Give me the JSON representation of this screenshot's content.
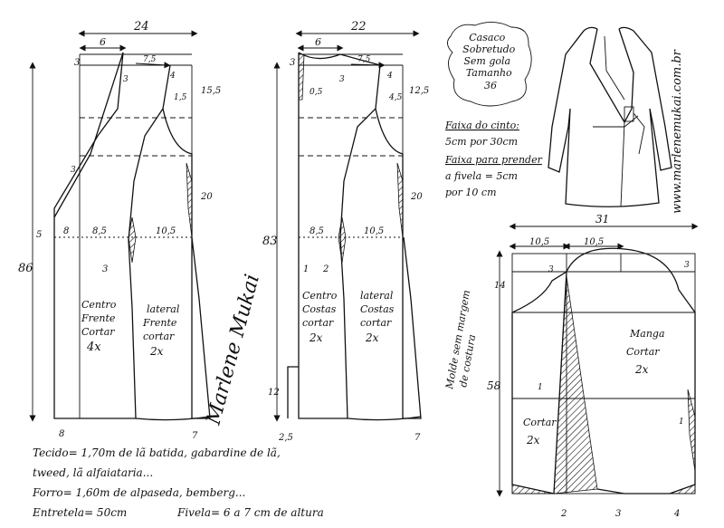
{
  "title": {
    "lines": [
      "Casaco",
      "Sobretudo",
      "Sem gola",
      "Tamanho",
      "36"
    ]
  },
  "website": "www.marlenemukai.com.br",
  "signature": "Marlene Mukai",
  "belt": {
    "line1": "Faixa do cinto:",
    "line2": "5cm por 30cm",
    "line3": "Faixa para prender",
    "line4": "a fivela = 5cm",
    "line5": "por 10 cm"
  },
  "front": {
    "label": [
      "Centro",
      "Frente",
      "Cortar",
      "4x"
    ],
    "side_label": [
      "lateral",
      "Frente",
      "cortar",
      "2x"
    ],
    "dims": {
      "width": "24",
      "neck": "6",
      "shoulder": "7,5",
      "s3": "3",
      "s3b": "3",
      "s4": "4",
      "s1_5": "1,5",
      "s15_5": "15,5",
      "s3c": "3",
      "s20": "20",
      "s5": "5",
      "s8": "8",
      "s8_5": "8,5",
      "s10_5": "10,5",
      "s3d": "3",
      "s86": "86",
      "s8b": "8",
      "s7": "7"
    }
  },
  "back": {
    "label": [
      "Centro",
      "Costas",
      "cortar",
      "2x"
    ],
    "side_label": [
      "lateral",
      "Costas",
      "cortar",
      "2x"
    ],
    "dims": {
      "width": "22",
      "neck": "6",
      "shoulder": "7,5",
      "s3": "3",
      "s0_5": "0,5",
      "s3b": "3",
      "s4": "4",
      "s4_5": "4,5",
      "s12_5": "12,5",
      "s20": "20",
      "s83": "83",
      "s8_5": "8,5",
      "s10_5": "10,5",
      "s1": "1",
      "s2": "2",
      "s12": "12",
      "s2_5": "2,5",
      "s7": "7"
    }
  },
  "sleeve": {
    "label": [
      "Manga",
      "Cortar",
      "2x"
    ],
    "facing_label": [
      "Cortar",
      "2x"
    ],
    "note": [
      "Molde sem margem",
      "de costura"
    ],
    "dims": {
      "width": "31",
      "left": "10,5",
      "right": "10,5",
      "s3": "3",
      "s14": "14",
      "s58": "58",
      "s3b": "3",
      "s1": "1",
      "s1b": "1",
      "s2": "2",
      "s3c": "3",
      "s4": "4"
    }
  },
  "materials": {
    "line1": "Tecido= 1,70m de lã batida, gabardine de lã,",
    "line2": "tweed, lã alfaiataria...",
    "line3": "Forro= 1,60m de alpaseda, bemberg...",
    "line4a": "Entretela= 50cm",
    "line4b": "Fivela= 6 a 7 cm de altura"
  }
}
